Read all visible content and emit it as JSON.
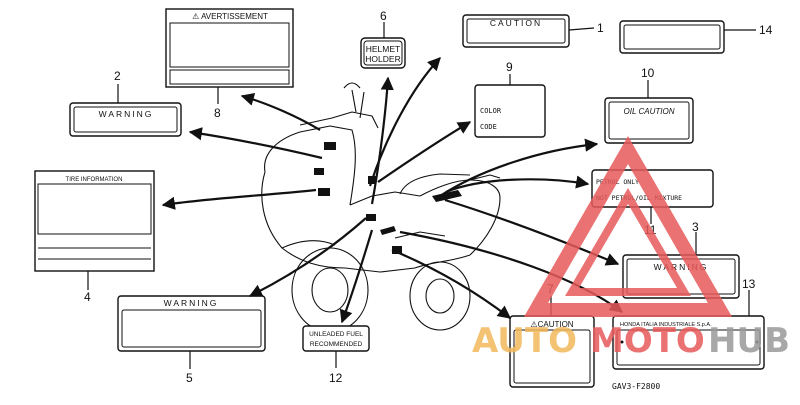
{
  "diagram": {
    "code": "GAV3-F2800",
    "labels": {
      "avertissement": "⚠ AVERTISSEMENT",
      "helmet_line1": "HELMET",
      "helmet_line2": "HOLDER",
      "caution_top": "CAUTION",
      "warning_left": "WARNING",
      "color_line1": "COLOR",
      "color_line2": "CODE",
      "oil_caution": "OIL CAUTION",
      "tire_information": "TIRE INFORMATION",
      "petrol_line1": "PETROL ONLY",
      "petrol_line2": "NOT PETROL/OIL MIXTURE",
      "warning_right": "WARNING",
      "warning_bottom": "WARNING",
      "unleaded_line1": "UNLEADED FUEL",
      "unleaded_line2": "RECOMMENDED",
      "caution_bottom": "⚠CAUTION",
      "honda_italia": "HONDA ITALIA INDUSTRIALE S.p.A."
    },
    "callouts": [
      "1",
      "2",
      "3",
      "4",
      "5",
      "6",
      "7",
      "8",
      "9",
      "10",
      "11",
      "12",
      "13",
      "14"
    ]
  },
  "watermark": {
    "text_auto": "AUTO",
    "text_moto": "MOTO",
    "text_hub": "HUB",
    "color_primary": "#e85a5a",
    "color_hub": "#9a9a9a",
    "color_auto": "#f2b85a"
  }
}
